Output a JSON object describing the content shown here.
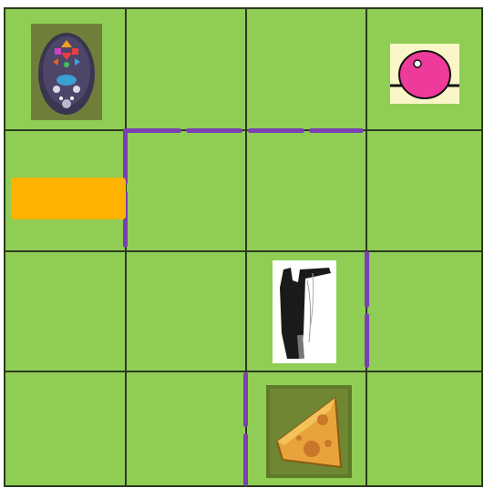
{
  "board": {
    "rows": 4,
    "cols": 4,
    "colors": {
      "grass": "#8fcd55",
      "grid_line": "#2b3a1f",
      "wall": "#7a3fb0",
      "block": "#ffb300"
    }
  },
  "pieces": [
    {
      "name": "robot-mouse",
      "row": 1,
      "col": 1,
      "icon": "robot-mouse-icon"
    },
    {
      "name": "pink-ball",
      "row": 1,
      "col": 4,
      "icon": "ball-icon"
    },
    {
      "name": "rat-silhouette",
      "row": 3,
      "col": 3,
      "icon": "rat-icon"
    },
    {
      "name": "cheese",
      "row": 4,
      "col": 3,
      "icon": "cheese-icon"
    },
    {
      "name": "orange-block",
      "row": 2,
      "col": 1,
      "icon": "block-icon"
    }
  ],
  "walls": [
    {
      "between": "row1-row2",
      "cols": [
        2,
        3
      ]
    },
    {
      "between": "col1-col2",
      "rows": [
        2
      ]
    },
    {
      "between": "col3-col4",
      "rows": [
        3
      ]
    },
    {
      "between": "col2-col3",
      "rows": [
        4
      ]
    }
  ]
}
